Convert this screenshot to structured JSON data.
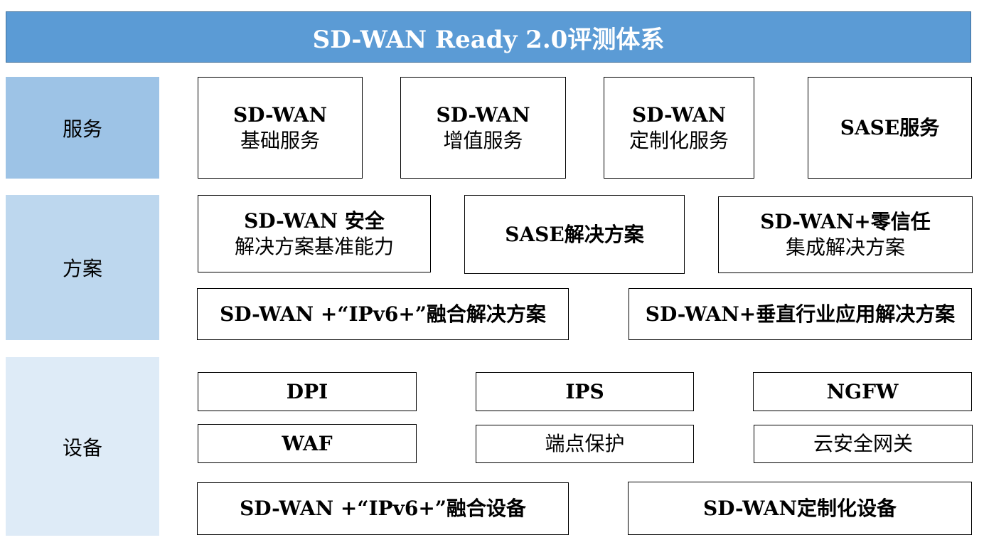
{
  "title": "SD-WAN Ready 2.0评测体系",
  "colors": {
    "title_bg": "#5b9bd5",
    "service_label_bg": "#9dc3e6",
    "solution_label_bg": "#bdd7ee",
    "device_label_bg": "#deebf7"
  },
  "rows": {
    "service": {
      "label": "服务",
      "boxes": [
        {
          "line1": "SD-WAN",
          "line2": "基础服务"
        },
        {
          "line1": "SD-WAN",
          "line2": "增值服务"
        },
        {
          "line1": "SD-WAN",
          "line2": "定制化服务"
        },
        {
          "line1": "SASE服务"
        }
      ]
    },
    "solution": {
      "label": "方案",
      "boxes": [
        {
          "line1": "SD-WAN 安全",
          "line2": "解决方案基准能力"
        },
        {
          "line1": "SASE解决方案"
        },
        {
          "line1": "SD-WAN+零信任",
          "line2": "集成解决方案"
        },
        {
          "line1": "SD-WAN +“IPv6+”融合解决方案"
        },
        {
          "line1": "SD-WAN+垂直行业应用解决方案"
        }
      ]
    },
    "device": {
      "label": "设备",
      "boxes": [
        {
          "line1": "DPI"
        },
        {
          "line1": "IPS"
        },
        {
          "line1": "NGFW"
        },
        {
          "line1": "WAF"
        },
        {
          "line1": "端点保护"
        },
        {
          "line1": "云安全网关"
        },
        {
          "line1": "SD-WAN +“IPv6+”融合设备"
        },
        {
          "line1": "SD-WAN定制化设备"
        }
      ]
    }
  }
}
